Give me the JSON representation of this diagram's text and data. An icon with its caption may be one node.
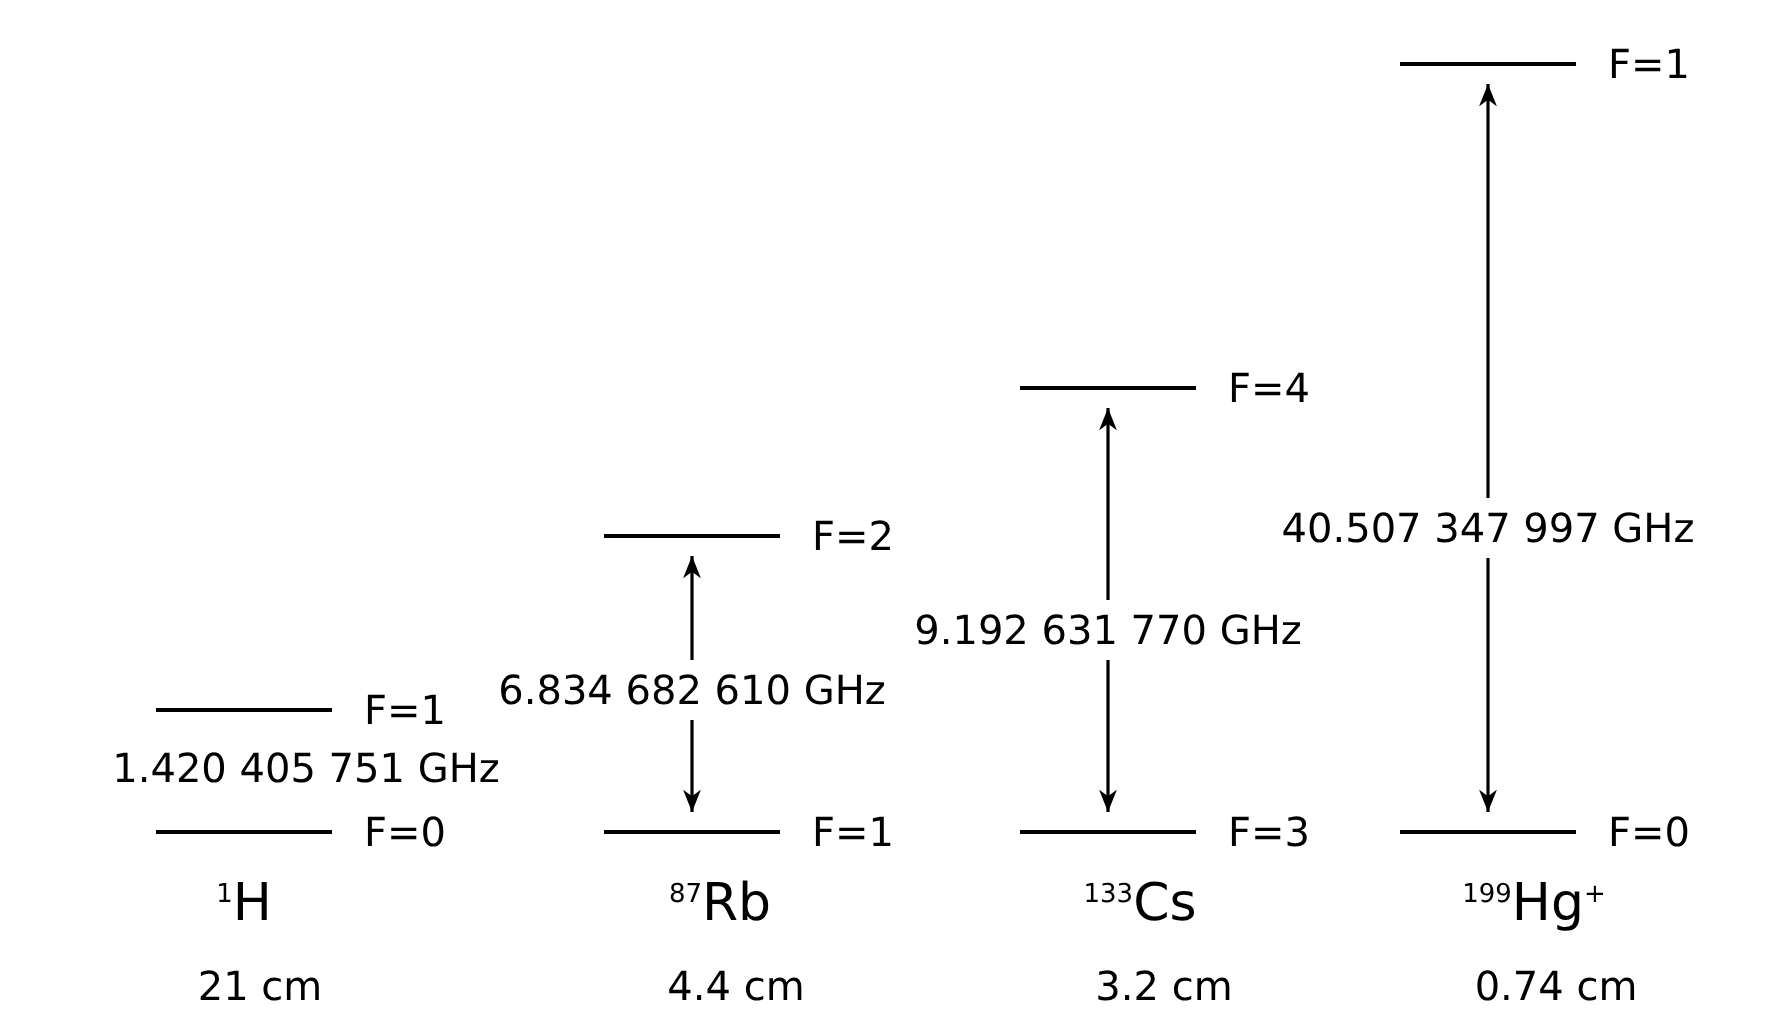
{
  "diagram": {
    "nodes": [
      {
        "text": [
          "F=1"
        ]
      },
      {
        "text": [
          "F=0"
        ]
      },
      {
        "text": [
          "F=2"
        ]
      },
      {
        "text": [
          "F=1"
        ]
      },
      {
        "text": [
          "F=4"
        ]
      },
      {
        "text": [
          "F=3"
        ]
      },
      {
        "text": [
          "F=1"
        ]
      },
      {
        "text": [
          "F=0"
        ]
      }
    ],
    "edges": [
      {
        "from": 3,
        "to": 2,
        "arrow": "both",
        "label": "6.834 682 610 GHz"
      },
      {
        "from": 5,
        "to": 4,
        "arrow": "both",
        "label": "9.192 631 770 GHz"
      },
      {
        "from": 7,
        "to": 6,
        "arrow": "both",
        "label": "40.507 347 997 GHz"
      }
    ],
    "labels": [
      "1.420 405 751 GHz",
      "$^{1}$H",
      "$^{87}$Rb",
      "$^{133}$Cs",
      "$^{199}$Hg$^{+}$",
      "21 cm",
      "4.4 cm",
      "3.2 cm",
      "0.74 cm"
    ]
  }
}
